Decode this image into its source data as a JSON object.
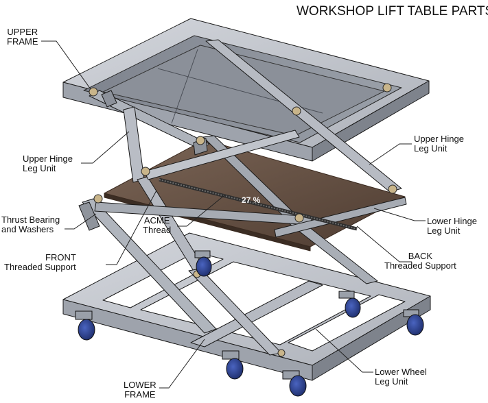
{
  "title": "WORKSHOP LIFT TABLE PARTS",
  "overlay_percent": "27 %",
  "labels": {
    "upper_frame": [
      "UPPER",
      "FRAME"
    ],
    "upper_hinge_left": [
      "Upper Hinge",
      "Leg Unit"
    ],
    "thrust_bearing": [
      "Thrust Bearing",
      "and Washers"
    ],
    "acme_thread": [
      "ACME",
      "Thread"
    ],
    "front_support": [
      "FRONT",
      "Threaded Support"
    ],
    "upper_hinge_right": [
      "Upper Hinge",
      "Leg Unit"
    ],
    "lower_hinge": [
      "Lower Hinge",
      "Leg Unit"
    ],
    "back_support": [
      "BACK",
      "Threaded Support"
    ],
    "lower_wheel": [
      "Lower Wheel",
      "Leg Unit"
    ],
    "lower_frame": [
      "LOWER",
      "FRAME"
    ]
  },
  "colors": {
    "steel_top": "#c2c6ce",
    "steel_side": "#8e939d",
    "steel_dark": "#5d626c",
    "edge": "#1a1a1a",
    "panel": "#6a564a",
    "panel_edge": "#3a2a20",
    "wheel": "#2a3f8a",
    "leader": "#222222"
  }
}
